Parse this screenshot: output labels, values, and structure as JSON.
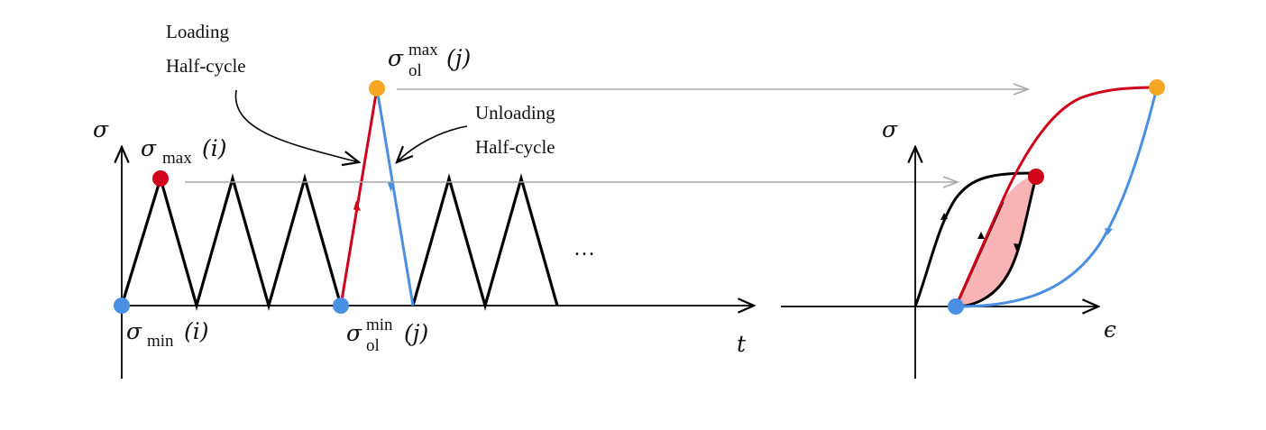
{
  "colors": {
    "black": "#000000",
    "red": "#d0021b",
    "blue": "#4a90e2",
    "orange": "#f5a623",
    "gray": "#a8a8a8",
    "fill_red": "#f8b4b4"
  },
  "left_plot": {
    "y_axis_label": "σ",
    "x_axis_label": "t",
    "label_sigma_max": "σ",
    "label_sigma_max_sub": "max",
    "label_sigma_max_arg": "(i)",
    "label_sigma_min": "σ",
    "label_sigma_min_sub": "min",
    "label_sigma_min_arg": "(i)",
    "label_ol_max": "σ",
    "label_ol_max_sup": "max",
    "label_ol_max_sub": "ol",
    "label_ol_max_arg": "(j)",
    "label_ol_min": "σ",
    "label_ol_min_sup": "min",
    "label_ol_min_sub": "ol",
    "label_ol_min_arg": "(j)",
    "ellipsis": "…",
    "loading_line1": "Loading",
    "loading_line2": "Half-cycle",
    "unloading_line1": "Unloading",
    "unloading_line2": "Half-cycle"
  },
  "right_plot": {
    "y_axis_label": "σ",
    "x_axis_label": "ϵ"
  }
}
